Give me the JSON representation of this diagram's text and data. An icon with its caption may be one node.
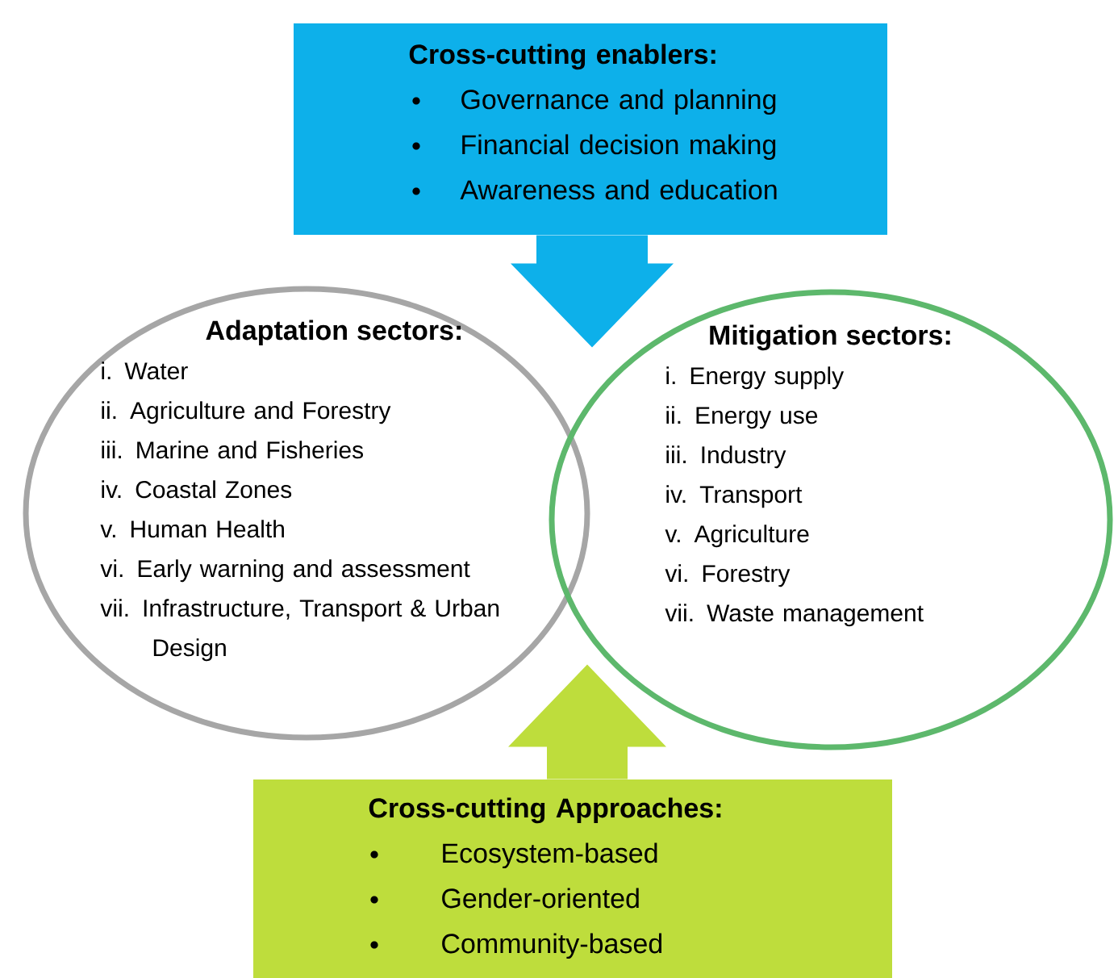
{
  "diagram": {
    "nodes": [
      {
        "text": [
          "Cross-cutting enablers:",
          "Governance and planning",
          "Financial decision making",
          "Awareness and education"
        ]
      },
      {
        "text": [
          "Adaptation sectors:",
          "i. Water",
          "ii. Agriculture and Forestry",
          "iii. Marine and Fisheries",
          "iv. Coastal Zones",
          "v. Human Health",
          "vi. Early warning and assessment",
          "vii. Infrastructure, Transport & Urban Design"
        ]
      },
      {
        "text": [
          "Mitigation sectors:",
          "i. Energy supply",
          "ii. Energy use",
          "iii. Industry",
          "iv. Transport",
          "v. Agriculture",
          "vi. Forestry",
          "vii. Waste management"
        ]
      },
      {
        "text": [
          "Cross-cutting Approaches:",
          "Ecosystem-based",
          "Gender-oriented",
          "Community-based"
        ]
      }
    ],
    "edges": [
      {
        "from": 0,
        "to": null,
        "arrow": "to"
      },
      {
        "from": 3,
        "to": null,
        "arrow": "to"
      }
    ]
  }
}
